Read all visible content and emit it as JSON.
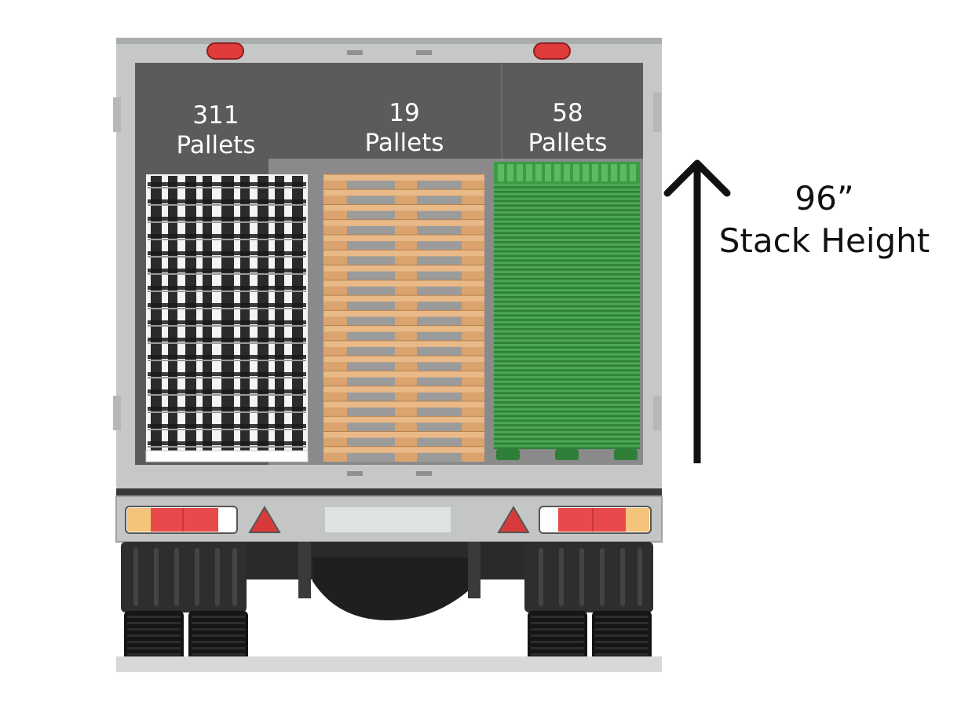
{
  "stacks": [
    {
      "count": "311",
      "unit": "Pallets",
      "kind": "wire-mesh",
      "color": "#2b2b2b"
    },
    {
      "count": "19",
      "unit": "Pallets",
      "kind": "wood",
      "color": "#d9a46f",
      "layers": 19
    },
    {
      "count": "58",
      "unit": "Pallets",
      "kind": "plastic",
      "color": "#3f9a45",
      "layers": 58
    }
  ],
  "height": {
    "value": "96”",
    "label": "Stack Height"
  },
  "colors": {
    "trailer_frame": "#c7c9c8",
    "trailer_interior": "#5a5a5a",
    "tail_light": "#e8494a",
    "reflector": "#d83a3c",
    "arrow": "#111111"
  }
}
